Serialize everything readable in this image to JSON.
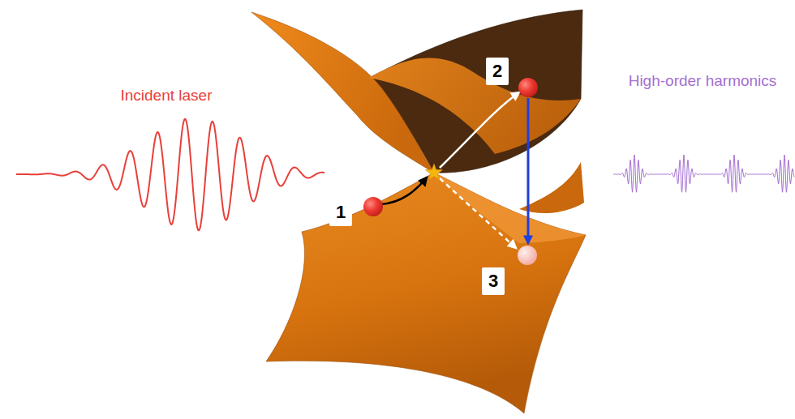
{
  "diagram": {
    "labels": [
      "Incident laser",
      "High-order harmonics",
      "2",
      "1",
      "3"
    ]
  }
}
